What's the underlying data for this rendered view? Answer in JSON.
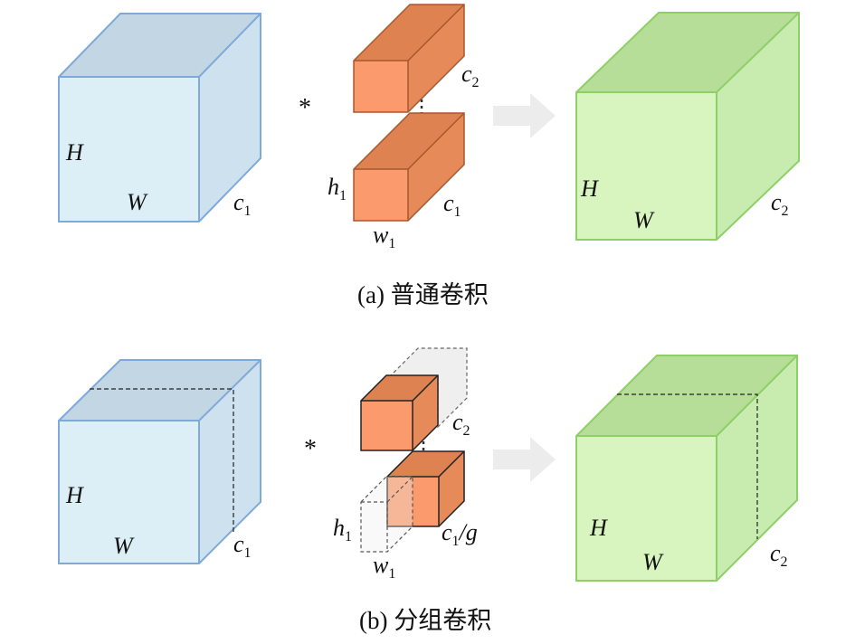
{
  "colors": {
    "input_front": "#dcefF6",
    "input_top": "#c3d6e4",
    "input_side": "#cde2ee",
    "input_edge": "#7fa9d8",
    "kernel_front": "#fb9a6c",
    "kernel_top": "#dd8250",
    "kernel_side": "#e58a58",
    "kernel_edge": "#a5582e",
    "output_front": "#d8f5c0",
    "output_top": "#b6de98",
    "output_side": "#c8ebb0",
    "output_edge": "#8fcf67",
    "arrow": "#ececec",
    "ghost": "#efefef"
  },
  "operator": "*",
  "panel_a": {
    "caption": "(a) 普通卷积",
    "input": {
      "height": "H",
      "width": "W",
      "channels": "c",
      "channels_sub": "1"
    },
    "kernel_top": {
      "channels": "c",
      "channels_sub": "2"
    },
    "kernel_bottom": {
      "height": "h",
      "height_sub": "1",
      "width": "w",
      "width_sub": "1",
      "channels": "c",
      "channels_sub": "1"
    },
    "output": {
      "height": "H",
      "width": "W",
      "channels": "c",
      "channels_sub": "2"
    }
  },
  "panel_b": {
    "caption": "(b) 分组卷积",
    "input": {
      "height": "H",
      "width": "W",
      "channels": "c",
      "channels_sub": "1"
    },
    "kernel_top": {
      "channels": "c",
      "channels_sub": "2"
    },
    "kernel_bottom": {
      "height": "h",
      "height_sub": "1",
      "width": "w",
      "width_sub": "1",
      "channels": "c",
      "channels_sub": "1",
      "channels_suffix": "/g"
    },
    "output": {
      "height": "H",
      "width": "W",
      "channels": "c",
      "channels_sub": "2"
    }
  }
}
